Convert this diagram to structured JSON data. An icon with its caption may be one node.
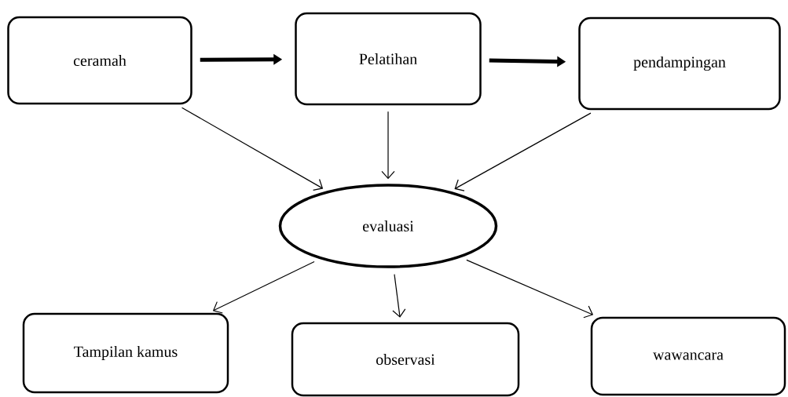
{
  "diagram": {
    "nodes": [
      {
        "text": [
          "ceramah"
        ]
      },
      {
        "text": [
          "Pelatihan"
        ]
      },
      {
        "text": [
          "pendampingan"
        ]
      },
      {
        "text": [
          "evaluasi"
        ]
      },
      {
        "text": [
          "Tampilan kamus"
        ]
      },
      {
        "text": [
          "observasi"
        ]
      },
      {
        "text": [
          "wawancara"
        ]
      }
    ],
    "edges": [
      {
        "from": 0,
        "to": 1,
        "arrow": "to",
        "style": "thick"
      },
      {
        "from": 1,
        "to": 2,
        "arrow": "to",
        "style": "thick"
      },
      {
        "from": 0,
        "to": 3,
        "arrow": "to"
      },
      {
        "from": 1,
        "to": 3,
        "arrow": "to"
      },
      {
        "from": 2,
        "to": 3,
        "arrow": "to"
      },
      {
        "from": 3,
        "to": 4,
        "arrow": "to"
      },
      {
        "from": 3,
        "to": 5,
        "arrow": "to"
      },
      {
        "from": 3,
        "to": 6,
        "arrow": "to"
      }
    ]
  }
}
